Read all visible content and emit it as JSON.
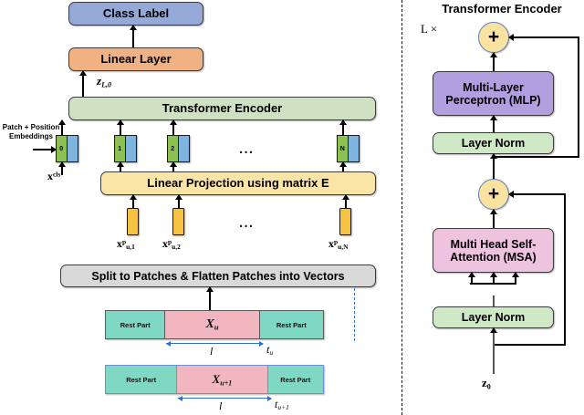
{
  "figure": {
    "left_panel": {
      "class_label": "Class Label",
      "linear_layer": "Linear Layer",
      "transformer_encoder": "Transformer Encoder",
      "linear_projection": "Linear Projection using matrix E",
      "split_patches": "Split to Patches & Flatten Patches into Vectors",
      "patch_position_embeddings_line1": "Patch + Position",
      "patch_position_embeddings_line2": "Embeddings",
      "z_symbol": "z",
      "z_subscript": "L,0",
      "x_cls_symbol": "x",
      "x_cls_superscript": "cls",
      "ellipsis": "...",
      "tokens": [
        {
          "index": "0"
        },
        {
          "index": "1"
        },
        {
          "index": "2"
        },
        {
          "index": "N"
        }
      ],
      "patch_vectors": [
        {
          "symbol": "x",
          "superscript": "p",
          "subscript": "u,1"
        },
        {
          "symbol": "x",
          "superscript": "p",
          "subscript": "u,2"
        },
        {
          "symbol": "x",
          "superscript": "p",
          "subscript": "u,N"
        }
      ],
      "timeline": {
        "row_u": {
          "rest_left": "Rest Part",
          "center_symbol": "X",
          "center_subscript": "u",
          "rest_right": "Rest Part",
          "length_label": "l",
          "time_symbol": "t",
          "time_subscript": "u"
        },
        "row_u_plus_1": {
          "rest_left": "Rest Part",
          "center_symbol": "X",
          "center_subscript": "u+1",
          "rest_right": "Rest Part",
          "length_label": "l",
          "time_symbol": "t",
          "time_subscript": "u+1"
        }
      }
    },
    "right_panel": {
      "title": "Transformer Encoder",
      "repeat_label": "L ×",
      "plus_top": "+",
      "plus_bottom": "+",
      "mlp_line1": "Multi-Layer",
      "mlp_line2": "Perceptron (MLP)",
      "layer_norm_top": "Layer Norm",
      "msa_line1": "Multi Head Self-",
      "msa_line2": "Attention (MSA)",
      "layer_norm_bottom": "Layer Norm",
      "input_symbol": "z",
      "input_subscript": "0"
    }
  },
  "colors": {
    "class_label": "#95a9d8",
    "linear_layer": "#f0b183",
    "transformer_encoder": "#cfe0c3",
    "linear_projection": "#fbe5a6",
    "split_patches": "#d9d9d9",
    "token_green": "#8cc152",
    "token_blue": "#7fb3e0",
    "patch_vector": "#f5c242",
    "rest_part": "#7fd8c4",
    "x_segment": "#f2b6c0",
    "mlp": "#b0a0e0",
    "msa": "#edc3e0",
    "layer_norm": "#cfe8c6",
    "plus_node": "#fae3a0",
    "plus_border": "#5b7fc0",
    "dashed_blue": "#2f6fd0"
  }
}
